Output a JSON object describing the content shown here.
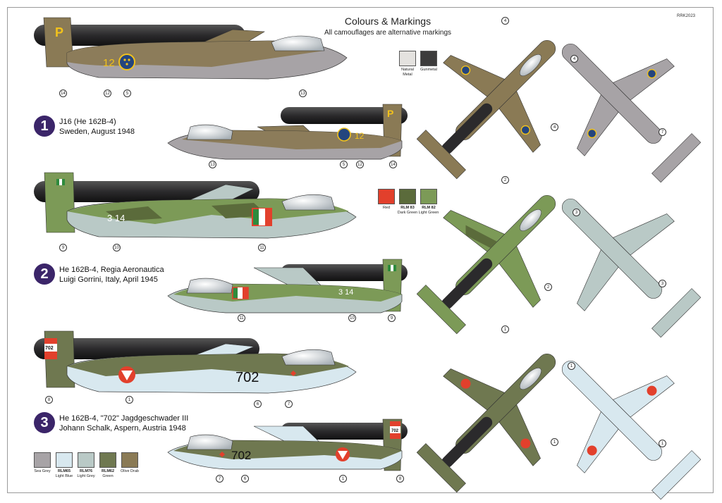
{
  "header": {
    "title": "Colours & Markings",
    "subtitle": "All camouflages are alternative markings",
    "code": "RRK2023"
  },
  "variants": [
    {
      "number": "1",
      "line1": "J16 (He 162B-4)",
      "line2": "Sweden, August 1948",
      "tail_letter": "P",
      "fuselage_code": "12"
    },
    {
      "number": "2",
      "line1": "He 162B-4, Regia Aeronautica",
      "line2": "Luigi Gorrini, Italy, April 1945",
      "fuselage_code": "3 14"
    },
    {
      "number": "3",
      "line1": "He 162B-4, \"702\" Jagdgeschwader III",
      "line2": "Johann Schalk, Aspern, Austria 1948",
      "fuselage_code": "702",
      "tail_code": "702"
    }
  ],
  "swatches_top": [
    {
      "color": "#e4e2df",
      "line1": "Natural",
      "line2": "Metal",
      "bold": false
    },
    {
      "color": "#3c3b3b",
      "line1": "Gunmetal",
      "line2": "",
      "bold": false
    }
  ],
  "swatches_mid": [
    {
      "color": "#e2402c",
      "line1": "Red",
      "line2": "",
      "bold": false
    },
    {
      "color": "#5b6b3b",
      "line1": "RLM 83",
      "line2": "Dark Green",
      "bold": true
    },
    {
      "color": "#7c9a57",
      "line1": "RLM 82",
      "line2": "Light Green",
      "bold": true
    }
  ],
  "swatches_bottom": [
    {
      "color": "#a7a3a6",
      "line1": "Sea Grey",
      "line2": "",
      "bold": false
    },
    {
      "color": "#d8e8ef",
      "line1": "RLM65",
      "line2": "Light Blue",
      "bold": true
    },
    {
      "color": "#b9c9c6",
      "line1": "RLM76",
      "line2": "Light Grey",
      "bold": true
    },
    {
      "color": "#6f7850",
      "line1": "RLM62",
      "line2": "Green",
      "bold": true
    },
    {
      "color": "#8a7a55",
      "line1": "Olive Drab",
      "line2": "",
      "bold": false
    }
  ],
  "callouts": {
    "v1_side_a": [
      "14",
      "12",
      "5",
      "13"
    ],
    "v1_side_b": [
      "13",
      "5",
      "12",
      "14"
    ],
    "v1_top": [
      "4",
      "4"
    ],
    "v1_bottom": [
      "4",
      "7"
    ],
    "v2_side_a": [
      "9",
      "10",
      "11"
    ],
    "v2_side_b": [
      "11",
      "10",
      "9"
    ],
    "v2_top": [
      "2",
      "2"
    ],
    "v2_bottom": [
      "3",
      "3"
    ],
    "v3_side_a": [
      "8",
      "1",
      "6",
      "7"
    ],
    "v3_side_b": [
      "7",
      "6",
      "1",
      "8"
    ],
    "v3_top": [
      "1",
      "1"
    ],
    "v3_bottom": [
      "1",
      "1"
    ]
  },
  "colors": {
    "badge": "#3b2569",
    "engine": "#2b2a2c",
    "olive": "#8a7a55",
    "grey": "#a7a3a6",
    "dark_green": "#5b6b3b",
    "light_green": "#7c9a57",
    "light_blue": "#d8e8ef",
    "light_grey": "#b9c9c6",
    "green62": "#6f7850",
    "red": "#e2402c",
    "swedish_yellow": "#f2c21b",
    "swedish_blue": "#24457e"
  }
}
